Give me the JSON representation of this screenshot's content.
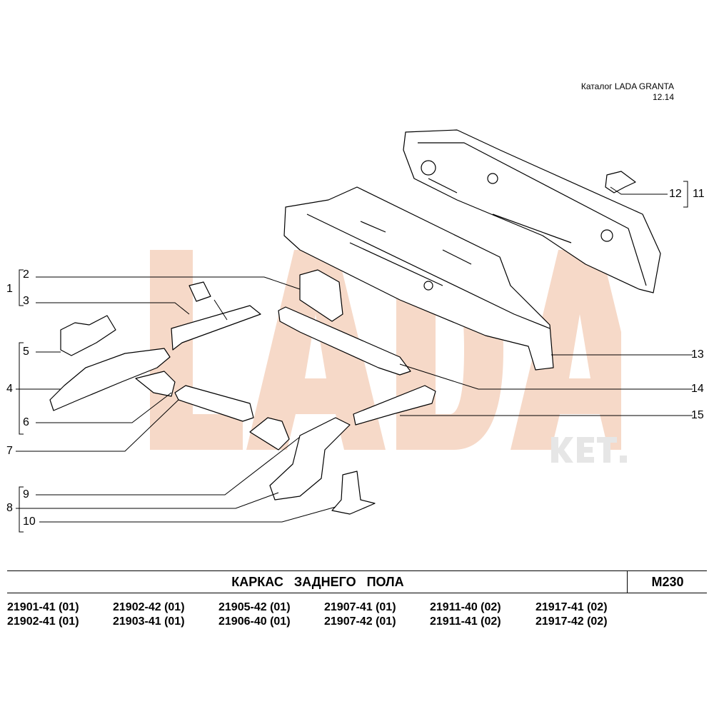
{
  "header": {
    "catalog": "Каталог  LADA  GRANTA",
    "date": "12.14"
  },
  "watermark": {
    "text": "LADA",
    "subtext": "KET.",
    "color": "#f6d9c8"
  },
  "callouts": [
    "1",
    "2",
    "3",
    "4",
    "5",
    "6",
    "7",
    "8",
    "9",
    "10",
    "11",
    "12",
    "13",
    "14",
    "15"
  ],
  "footer": {
    "title": "КАРКАС   ЗАДНЕГО   ПОЛА",
    "code": "M230",
    "models": [
      "21901-41 (01)",
      "21902-42 (01)",
      "21905-42 (01)",
      "21907-41 (01)",
      "21911-40 (02)",
      "21917-41 (02)",
      "21902-41 (01)",
      "21903-41 (01)",
      "21906-40 (01)",
      "21907-42 (01)",
      "21911-41 (02)",
      "21917-42 (02)"
    ]
  }
}
